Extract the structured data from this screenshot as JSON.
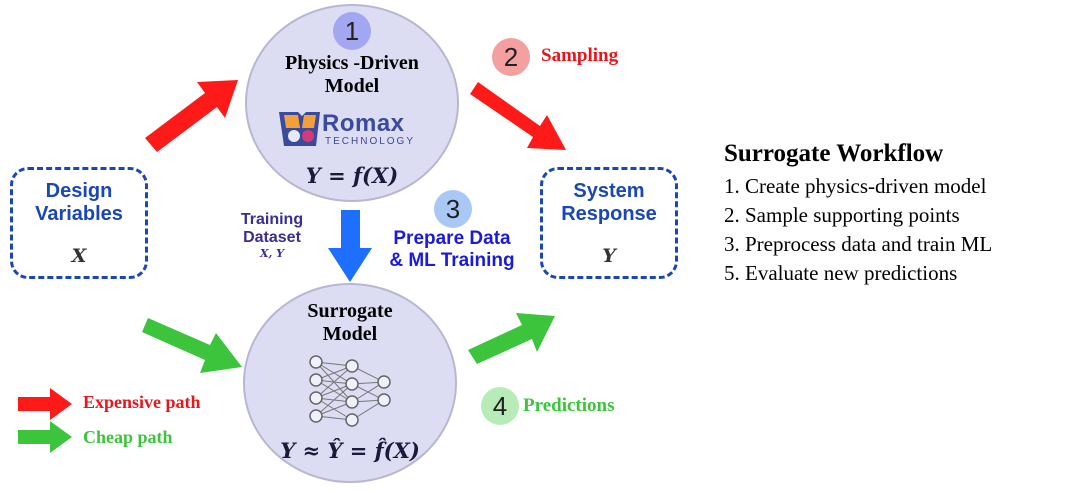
{
  "physics_node": {
    "step": "1",
    "title_line1": "Physics -Driven",
    "title_line2": "Model",
    "logo_text": "Romax",
    "logo_subtext": "TECHNOLOGY",
    "equation": "Y = f(X)"
  },
  "surrogate_node": {
    "title_line1": "Surrogate",
    "title_line2": "Model",
    "equation": "Y ≈ Ŷ = f̂(X)"
  },
  "design_box": {
    "line1": "Design",
    "line2": "Variables",
    "symbol": "X"
  },
  "response_box": {
    "line1": "System",
    "line2": "Response",
    "symbol": "Y"
  },
  "steps": {
    "sampling": {
      "number": "2",
      "label": "Sampling"
    },
    "prepare": {
      "number": "3",
      "line1": "Prepare Data",
      "line2": "& ML Training"
    },
    "predictions": {
      "number": "4",
      "label": "Predictions"
    }
  },
  "training": {
    "line1": "Training",
    "line2": "Dataset",
    "sub": "X, Y"
  },
  "legend": {
    "expensive": "Expensive path",
    "cheap": "Cheap path"
  },
  "workflow": {
    "title": "Surrogate Workflow",
    "items": [
      "1. Create physics-driven model",
      "2. Sample supporting points",
      "3. Preprocess data and train ML",
      "5. Evaluate new predictions"
    ]
  },
  "colors": {
    "expensive": "#ff1a1a",
    "cheap": "#3cc43c",
    "blue_arrow": "#1f6fff",
    "box_border": "#1a47b8",
    "step1_badge": "#a3a6f0",
    "step2_badge": "#f4a0a0",
    "step3_badge": "#a9c8f5",
    "step4_badge": "#b7ebb7"
  },
  "icons": {
    "logo": "romax-logo-icon",
    "network": "neural-network-icon"
  }
}
